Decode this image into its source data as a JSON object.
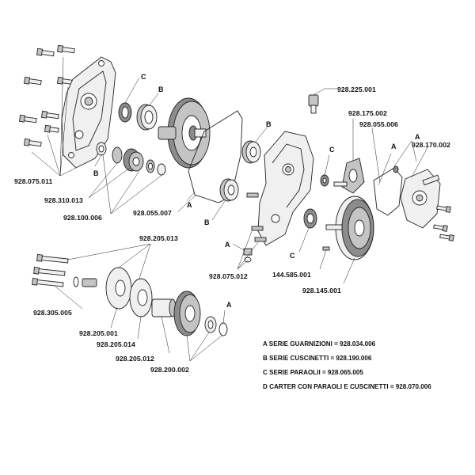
{
  "labels": {
    "p928_225_001": "928.225.001",
    "p928_175_002": "928.175.002",
    "p928_055_006": "928.055.006",
    "p928_170_002": "928.170.002",
    "p928_075_011": "928.075.011",
    "p928_310_013": "928.310.013",
    "p928_100_006": "928.100.006",
    "p928_055_007": "928.055.007",
    "p928_075_012": "928.075.012",
    "p144_585_001": "144.585.001",
    "p928_145_001": "928.145.001",
    "p928_205_013": "928.205.013",
    "p928_305_005": "928.305.005",
    "p928_205_001": "928.205.001",
    "p928_205_014": "928.205.014",
    "p928_205_012": "928.205.012",
    "p928_200_002": "928.200.002"
  },
  "letters": {
    "a": "A",
    "b": "B",
    "c": "C"
  },
  "legend": [
    "A  SERIE GUARNIZIONI = 928.034.006",
    "B  SERIE CUSCINETTI = 928.190.006",
    "C  SERIE PARAOLII = 928.065.005",
    "D  CARTER CON PARAOLI E CUSCINETTI = 928.070.006"
  ]
}
